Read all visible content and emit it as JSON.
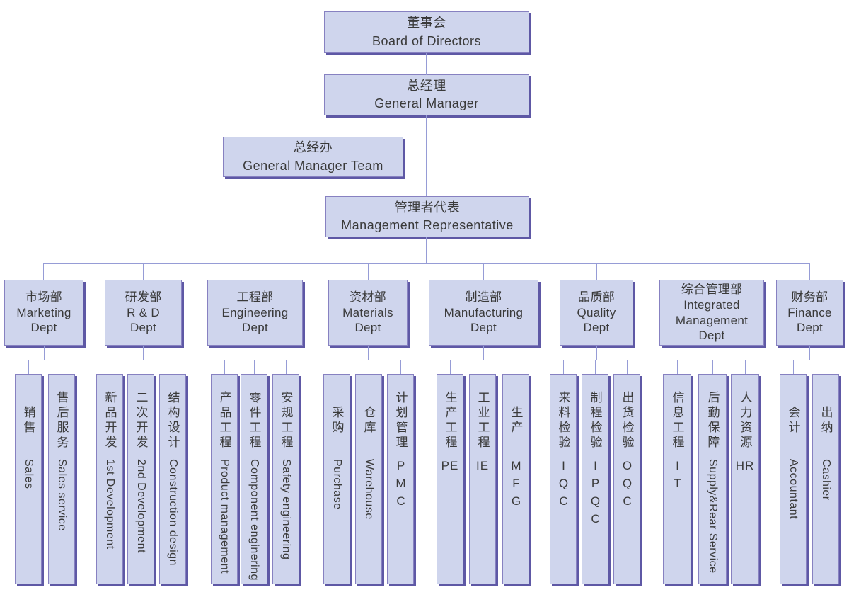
{
  "colors": {
    "box_fill": "#cfd5ed",
    "box_border": "#8781c1",
    "box_shadow": "#5e58a5",
    "connector_line": "#969cd6",
    "text": "#3a3a3a",
    "background": "#ffffff"
  },
  "root": {
    "cn": "董事会",
    "en": "Board of Directors"
  },
  "general_manager": {
    "cn": "总经理",
    "en": "General Manager"
  },
  "gm_team": {
    "cn": "总经办",
    "en": "General Manager Team"
  },
  "mgmt_rep": {
    "cn": "管理者代表",
    "en": "Management Representative"
  },
  "departments": [
    {
      "cn": "市场部",
      "en": "Marketing\nDept",
      "subs": [
        {
          "cn": "销售",
          "en": "Sales"
        },
        {
          "cn": "售后服务",
          "en": "Sales service"
        }
      ]
    },
    {
      "cn": "研发部",
      "en": "R & D\nDept",
      "subs": [
        {
          "cn": "新品开发",
          "en": "1st Development"
        },
        {
          "cn": "二次开发",
          "en": "2nd Development"
        },
        {
          "cn": "结构设计",
          "en": "Construction design"
        }
      ]
    },
    {
      "cn": "工程部",
      "en": "Engineering\nDept",
      "subs": [
        {
          "cn": "产品工程",
          "en": "Product management"
        },
        {
          "cn": "零件工程",
          "en": "Component enginering"
        },
        {
          "cn": "安规工程",
          "en": "Safety engineering"
        }
      ]
    },
    {
      "cn": "资材部",
      "en": "Materials\nDept",
      "subs": [
        {
          "cn": "采购",
          "en": "Purchase"
        },
        {
          "cn": "仓库",
          "en": "Warehouse"
        },
        {
          "cn": "计划管理",
          "en": "PMC"
        }
      ]
    },
    {
      "cn": "制造部",
      "en": "Manufacturing\nDept",
      "subs": [
        {
          "cn": "生产工程",
          "en": "PE"
        },
        {
          "cn": "工业工程",
          "en": "IE"
        },
        {
          "cn": "生产",
          "en": "MFG"
        }
      ]
    },
    {
      "cn": "品质部",
      "en": "Quality\nDept",
      "subs": [
        {
          "cn": "来料检验",
          "en": "IQC"
        },
        {
          "cn": "制程检验",
          "en": "IPQC"
        },
        {
          "cn": "出货检验",
          "en": "OQC"
        }
      ]
    },
    {
      "cn": "综合管理部",
      "en": "Integrated\nManagement\nDept",
      "subs": [
        {
          "cn": "信息工程",
          "en": "IT"
        },
        {
          "cn": "后勤保障",
          "en": "Supply&Rear Service"
        },
        {
          "cn": "人力资源",
          "en": "HR"
        }
      ]
    },
    {
      "cn": "财务部",
      "en": "Finance\nDept",
      "subs": [
        {
          "cn": "会计",
          "en": "Accountant"
        },
        {
          "cn": "出纳",
          "en": "Cashier"
        }
      ]
    }
  ]
}
